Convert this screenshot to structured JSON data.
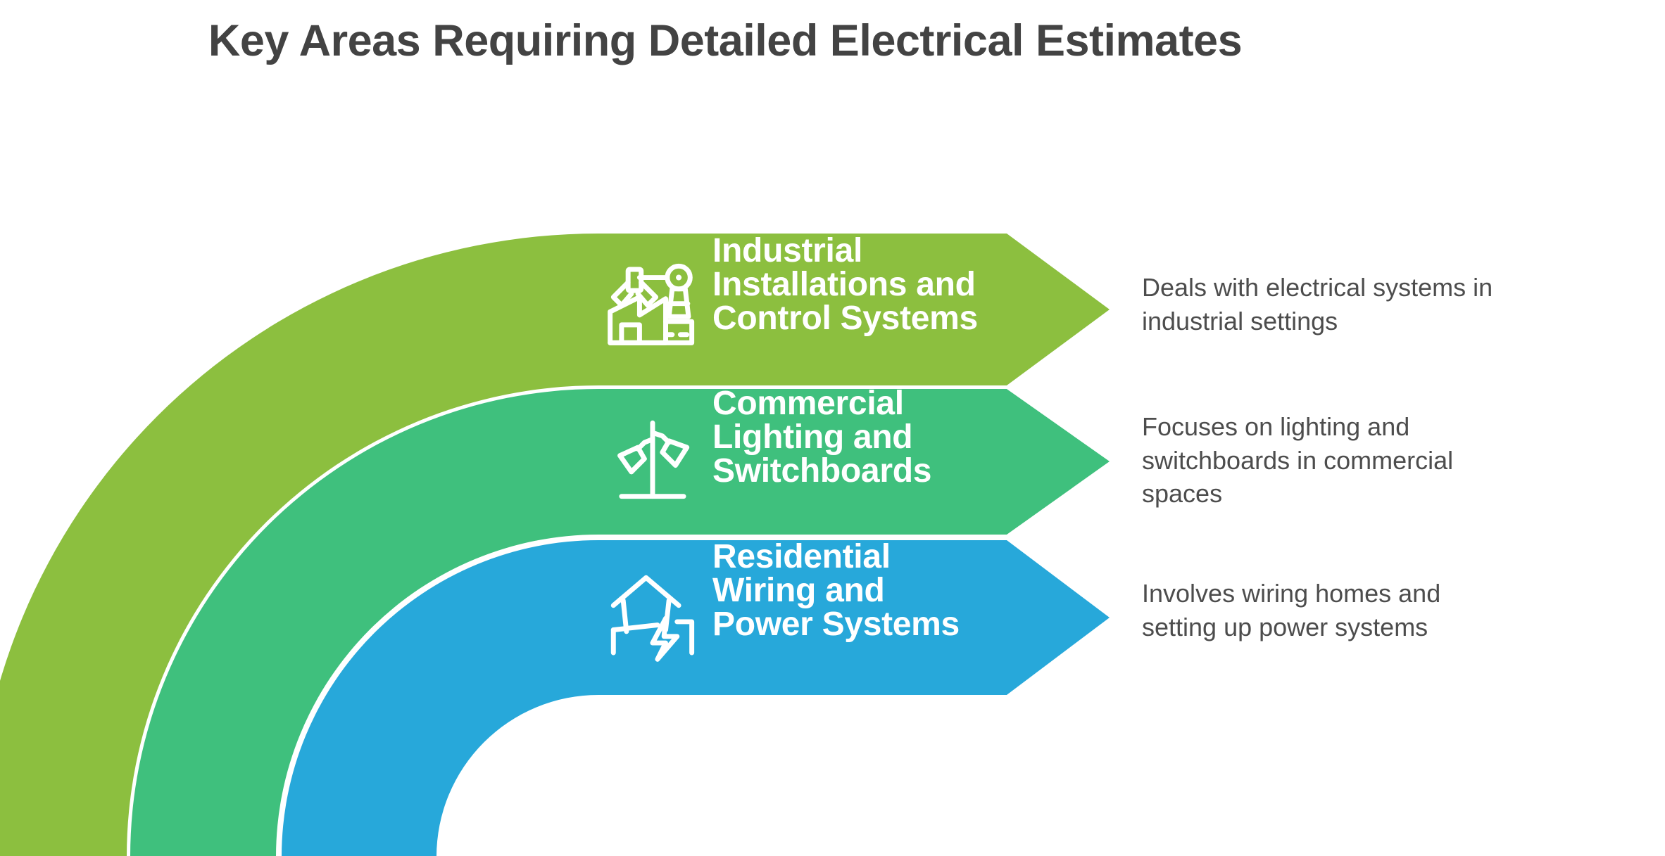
{
  "title": "Key Areas Requiring Detailed Electrical Estimates",
  "colors": {
    "title_text": "#434343",
    "description_text": "#4d4d4d",
    "band_text": "#ffffff",
    "background": "#ffffff",
    "band_green": "#8CBF3F",
    "band_teal": "#3FC07D",
    "band_blue": "#27A8DA"
  },
  "bands": [
    {
      "icon": "factory-robot-arm-icon",
      "color": "#8CBF3F",
      "label": "Industrial Installations and Control Systems",
      "label_lines": [
        "Industrial",
        "Installations and",
        "Control Systems"
      ],
      "description": "Deals with electrical systems in industrial settings",
      "description_lines": [
        "Deals with electrical systems in",
        "industrial settings"
      ]
    },
    {
      "icon": "street-lamp-icon",
      "color": "#3FC07D",
      "label": "Commercial Lighting and Switchboards",
      "label_lines": [
        "Commercial",
        "Lighting and",
        "Switchboards"
      ],
      "description": "Focuses on lighting and switchboards in commercial spaces",
      "description_lines": [
        "Focuses on lighting and",
        "switchboards in commercial",
        "spaces"
      ]
    },
    {
      "icon": "house-lightning-bolt-icon",
      "color": "#27A8DA",
      "label": "Residential Wiring and Power Systems",
      "label_lines": [
        "Residential",
        "Wiring and",
        "Power Systems"
      ],
      "description": "Involves wiring homes and setting up power systems",
      "description_lines": [
        "Involves wiring homes and",
        "setting up power systems"
      ]
    }
  ]
}
